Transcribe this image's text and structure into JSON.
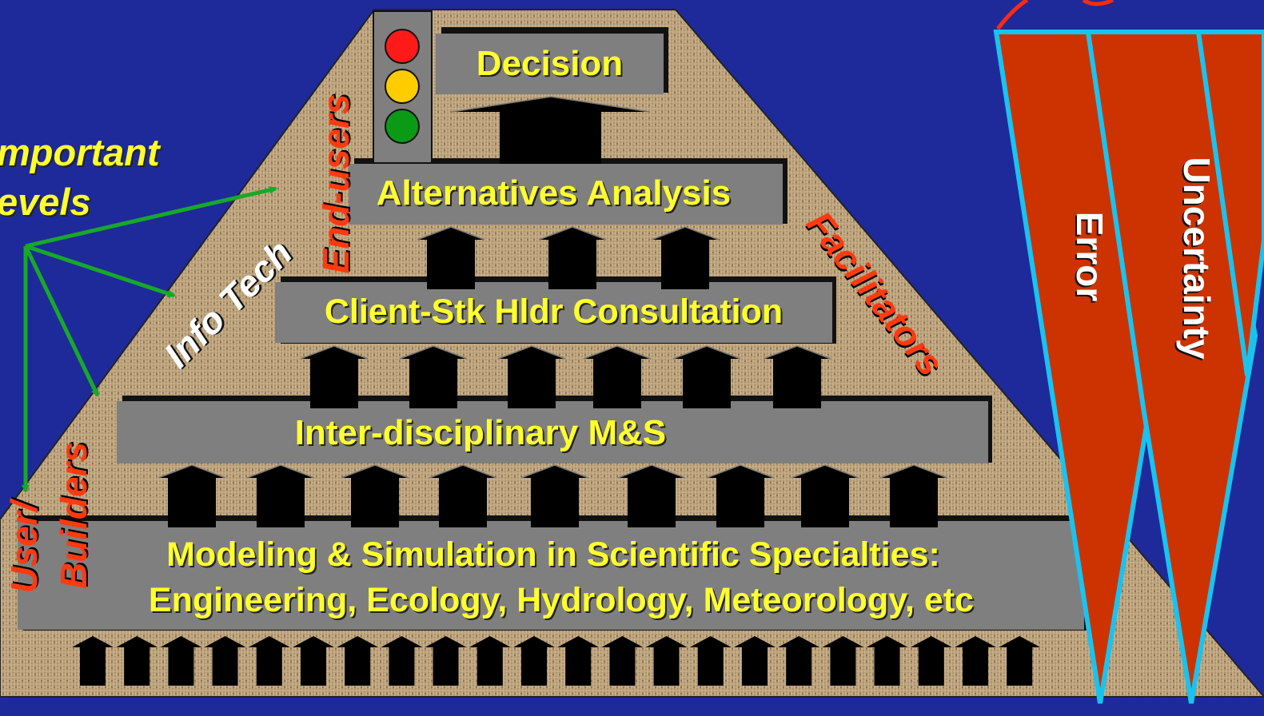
{
  "levels": {
    "decision": "Decision",
    "alternatives": "Alternatives Analysis",
    "consultation": "Client-Stk Hldr Consultation",
    "interdisciplinary": "Inter-disciplinary M&S",
    "modeling_line1": "Modeling & Simulation in Scientific Specialties:",
    "modeling_line2": "Engineering, Ecology, Hydrology, Meteorology, etc"
  },
  "left_note": {
    "line1": "mportant",
    "line2": "evels"
  },
  "side_labels": {
    "info_tech": "Info Tech",
    "end_users": "End-users",
    "facilitators": "Facilitators",
    "user": "User/",
    "builders": "Builders"
  },
  "wedges": {
    "error": "Error",
    "uncertainty": "Uncertainty"
  },
  "icons": [
    "traffic-light-icon",
    "up-arrow-icon"
  ],
  "colors": {
    "background": "#1e2a9a",
    "bar": "#7f7f7f",
    "text_yellow": "#ffff2e",
    "label_red": "#ff3a10",
    "wedge_fill": "#cc3300",
    "wedge_border": "#19c3f0",
    "pointer_green": "#17a82a"
  }
}
